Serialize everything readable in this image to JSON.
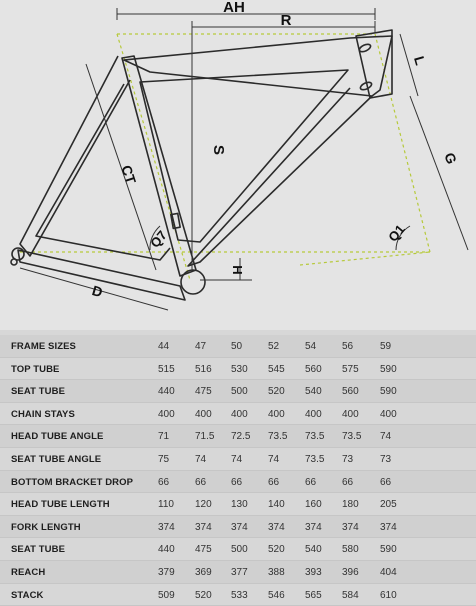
{
  "diagram": {
    "labels": {
      "ah": "AH",
      "r": "R",
      "l": "L",
      "g": "G",
      "s": "S",
      "ct": "CT",
      "q7": "Q7",
      "q1": "Q1",
      "h": "H",
      "d": "D"
    },
    "colors": {
      "frame_line": "#2b2b2b",
      "dimension_line": "#333333",
      "geometry_dashed": "#b6c93a",
      "background": "#e4e4e4"
    }
  },
  "table": {
    "rows": [
      {
        "label": "FRAME SIZES",
        "values": [
          "44",
          "47",
          "50",
          "52",
          "54",
          "56",
          "59"
        ]
      },
      {
        "label": "TOP TUBE",
        "values": [
          "515",
          "516",
          "530",
          "545",
          "560",
          "575",
          "590"
        ]
      },
      {
        "label": "SEAT TUBE",
        "values": [
          "440",
          "475",
          "500",
          "520",
          "540",
          "560",
          "590"
        ]
      },
      {
        "label": "CHAIN STAYS",
        "values": [
          "400",
          "400",
          "400",
          "400",
          "400",
          "400",
          "400"
        ]
      },
      {
        "label": "HEAD TUBE ANGLE",
        "values": [
          "71",
          "71.5",
          "72.5",
          "73.5",
          "73.5",
          "73.5",
          "74"
        ]
      },
      {
        "label": "SEAT TUBE ANGLE",
        "values": [
          "75",
          "74",
          "74",
          "74",
          "73.5",
          "73",
          "73"
        ]
      },
      {
        "label": "BOTTOM BRACKET DROP",
        "values": [
          "66",
          "66",
          "66",
          "66",
          "66",
          "66",
          "66"
        ]
      },
      {
        "label": "HEAD TUBE LENGTH",
        "values": [
          "110",
          "120",
          "130",
          "140",
          "160",
          "180",
          "205"
        ]
      },
      {
        "label": "FORK LENGTH",
        "values": [
          "374",
          "374",
          "374",
          "374",
          "374",
          "374",
          "374"
        ]
      },
      {
        "label": "SEAT TUBE",
        "values": [
          "440",
          "475",
          "500",
          "520",
          "540",
          "580",
          "590"
        ]
      },
      {
        "label": "REACH",
        "values": [
          "379",
          "369",
          "377",
          "388",
          "393",
          "396",
          "404"
        ]
      },
      {
        "label": "STACK",
        "values": [
          "509",
          "520",
          "533",
          "546",
          "565",
          "584",
          "610"
        ]
      }
    ]
  }
}
